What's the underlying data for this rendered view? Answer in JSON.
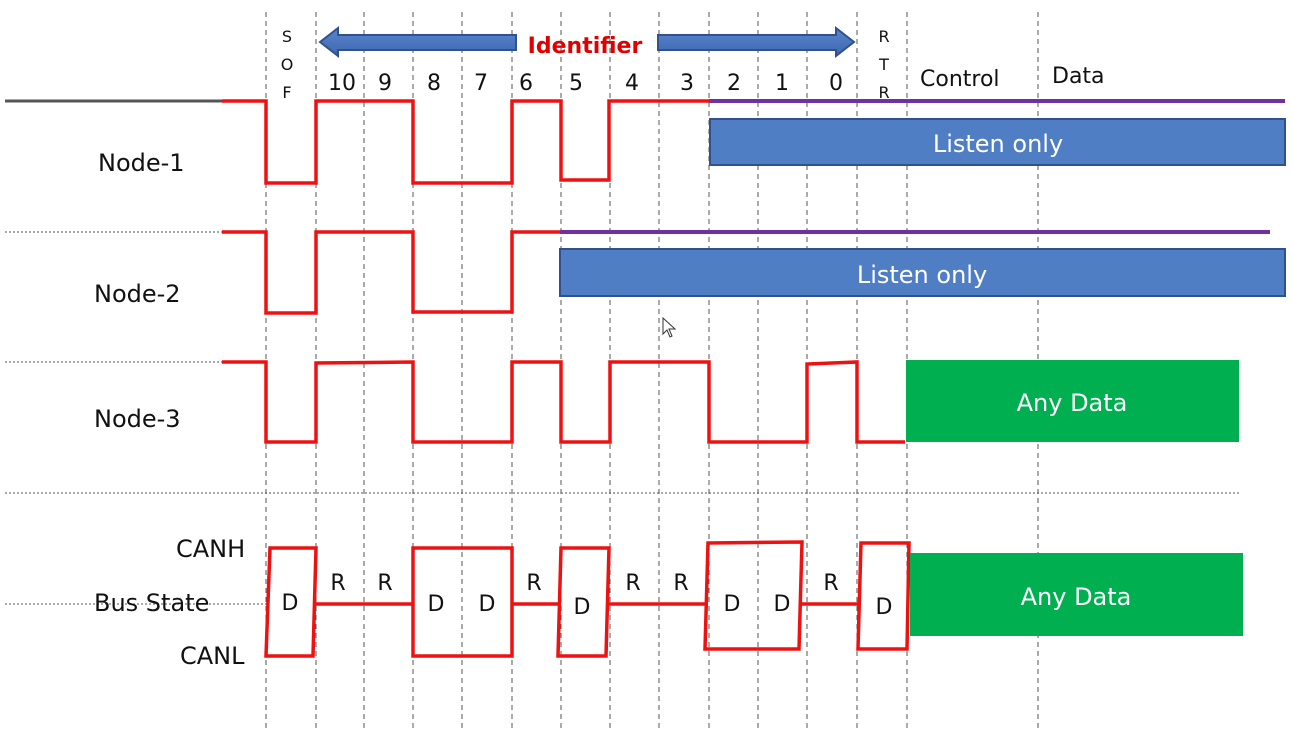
{
  "header": {
    "sof": [
      "S",
      "O",
      "F"
    ],
    "identifier": "Identifier",
    "bits": [
      "10",
      "9",
      "8",
      "7",
      "6",
      "5",
      "4",
      "3",
      "2",
      "1",
      "0"
    ],
    "rtr": [
      "R",
      "T",
      "R"
    ],
    "control": "Control",
    "data": "Data"
  },
  "nodes": {
    "node1": {
      "label": "Node-1",
      "listen": "Listen only"
    },
    "node2": {
      "label": "Node-2",
      "listen": "Listen only"
    },
    "node3": {
      "label": "Node-3",
      "data": "Any Data"
    }
  },
  "bus": {
    "canh": "CANH",
    "state": "Bus State",
    "canl": "CANL",
    "data": "Any Data",
    "bit_states": [
      "D",
      "R",
      "R",
      "D",
      "D",
      "R",
      "D",
      "R",
      "R",
      "D",
      "D",
      "R",
      "D"
    ]
  },
  "colors": {
    "signal": "#ee1111",
    "listen_box": "#4f7ec5",
    "data_box": "#00b050",
    "listen_line": "#7030a0"
  }
}
